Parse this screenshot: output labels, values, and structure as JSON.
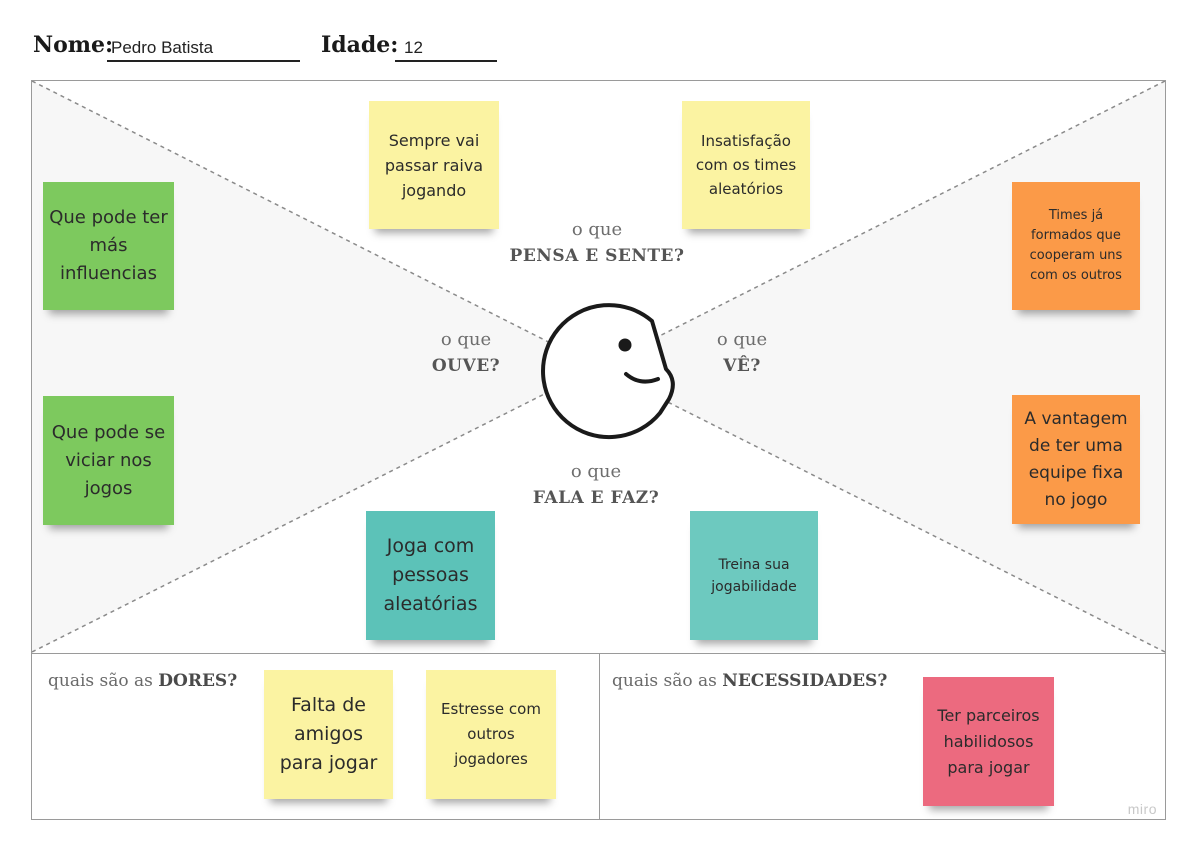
{
  "header": {
    "name_label": "Nome:",
    "name_value": "Pedro Batista",
    "age_label": "Idade:",
    "age_value": "12"
  },
  "map": {
    "thinks": {
      "light": "o que",
      "bold": "PENSA E SENTE?"
    },
    "hears": {
      "light": "o que",
      "bold": "OUVE?"
    },
    "sees": {
      "light": "o que",
      "bold": "VÊ?"
    },
    "says": {
      "light": "o que",
      "bold": "FALA E FAZ?"
    },
    "pains": {
      "light": "quais são as",
      "bold": "DORES?"
    },
    "gains": {
      "light": "quais são as",
      "bold": "NECESSIDADES?"
    }
  },
  "notes": {
    "thinks_1": "Sempre vai passar raiva jogando",
    "thinks_2": "Insatisfação com os times aleatórios",
    "hears_1": "Que pode ter más influencias",
    "hears_2": "Que pode se viciar nos jogos",
    "sees_1": "Times já formados que cooperam uns com os outros",
    "sees_2": "A vantagem de ter uma equipe fixa no jogo",
    "says_1": "Joga com pessoas aleatórias",
    "says_2": "Treina sua jogabilidade",
    "pains_1": "Falta de amigos para jogar",
    "pains_2": "Estresse com outros jogadores",
    "gains_1": "Ter parceiros habilidosos para jogar"
  },
  "colors": {
    "yellow": "#fbf3a2",
    "green": "#7dc95e",
    "orange": "#fb9a48",
    "teal": "#5cc2b8",
    "pink": "#ec6a7f",
    "face_stroke": "#1a1a1a",
    "diagram_bg": "#f7f7f7"
  },
  "branding": {
    "logo": "miro"
  }
}
